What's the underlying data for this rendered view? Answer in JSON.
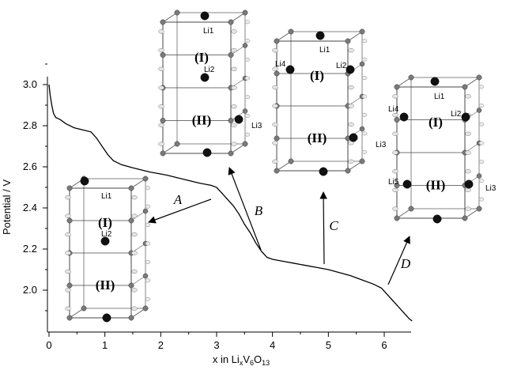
{
  "chart_data": {
    "type": "line",
    "xlabel": "x in LixV6O13",
    "xlabel_parts": {
      "base": "x in Li",
      "sub1": "x",
      "mid": "V",
      "sub2": "6",
      "mid2": "O",
      "sub3": "13"
    },
    "ylabel": "Potential / V",
    "xlim": [
      0,
      6.5
    ],
    "ylim": [
      1.85,
      3.05
    ],
    "x_ticks": [
      0,
      1,
      2,
      3,
      4,
      5,
      6
    ],
    "y_ticks": [
      2.0,
      2.2,
      2.4,
      2.6,
      2.8,
      3.0
    ],
    "y_tick_labels": [
      "2.0",
      "2.2",
      "2.4",
      "2.6",
      "2.8",
      "3.0"
    ],
    "grid": false,
    "series": [
      {
        "x": [
          0.0,
          0.02,
          0.05,
          0.08,
          0.12,
          0.2,
          0.3,
          0.45,
          0.6,
          0.75,
          0.85,
          0.95,
          1.05,
          1.15,
          1.3,
          1.5,
          1.8,
          2.1,
          2.4,
          2.7,
          2.9,
          3.0,
          3.1,
          3.2,
          3.3,
          3.4,
          3.5,
          3.6,
          3.7,
          3.8,
          3.9,
          4.0,
          4.2,
          4.4,
          4.6,
          4.8,
          5.0,
          5.2,
          5.4,
          5.6,
          5.8,
          5.95,
          6.05,
          6.15,
          6.25,
          6.35,
          6.45,
          6.5
        ],
        "y": [
          3.0,
          2.95,
          2.9,
          2.86,
          2.84,
          2.83,
          2.81,
          2.79,
          2.78,
          2.77,
          2.74,
          2.7,
          2.66,
          2.63,
          2.61,
          2.595,
          2.575,
          2.56,
          2.54,
          2.52,
          2.51,
          2.5,
          2.47,
          2.44,
          2.41,
          2.37,
          2.32,
          2.28,
          2.23,
          2.19,
          2.16,
          2.15,
          2.14,
          2.13,
          2.12,
          2.11,
          2.1,
          2.085,
          2.07,
          2.05,
          2.03,
          2.01,
          1.98,
          1.95,
          1.92,
          1.89,
          1.86,
          1.85
        ]
      }
    ],
    "annotations": [
      {
        "letter": "A"
      },
      {
        "letter": "B"
      },
      {
        "letter": "C"
      },
      {
        "letter": "D"
      }
    ]
  },
  "structures": [
    {
      "id": "A",
      "labels": [
        "Li1",
        "Li2"
      ],
      "regions": [
        "(I)",
        "(II)"
      ]
    },
    {
      "id": "B",
      "labels": [
        "Li1",
        "Li2",
        "Li3"
      ],
      "regions": [
        "(I)",
        "(II)"
      ]
    },
    {
      "id": "C",
      "labels": [
        "Li1",
        "Li4",
        "Li2",
        "Li3"
      ],
      "regions": [
        "(I)",
        "(II)"
      ]
    },
    {
      "id": "D",
      "labels": [
        "Li1",
        "Li4",
        "Li2",
        "Li5",
        "Li3"
      ],
      "regions": [
        "(I)",
        "(II)"
      ]
    }
  ]
}
